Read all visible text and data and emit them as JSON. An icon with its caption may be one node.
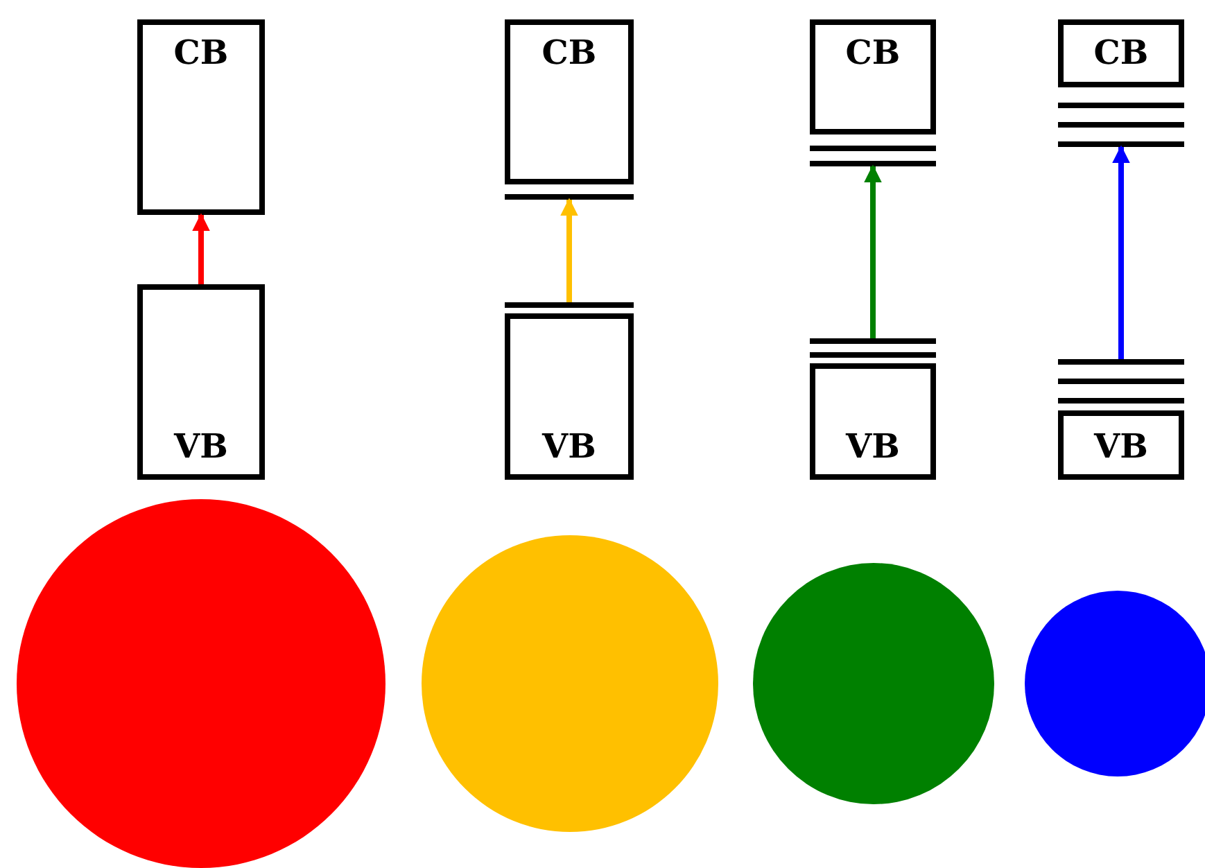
{
  "diagram": {
    "nodes": [
      {
        "text": [
          "CB"
        ]
      },
      {
        "text": [
          "CB"
        ]
      },
      {
        "text": [
          "CB"
        ]
      },
      {
        "text": [
          "CB"
        ]
      },
      {
        "text": [
          "VB"
        ]
      },
      {
        "text": [
          "VB"
        ]
      },
      {
        "text": [
          "VB"
        ]
      },
      {
        "text": [
          "VB"
        ]
      }
    ],
    "edges": [
      {
        "from": 4,
        "to": 0,
        "arrow": "to",
        "color": "#ff0000"
      },
      {
        "from": 5,
        "to": 1,
        "arrow": "to",
        "color": "#ffc000"
      },
      {
        "from": 6,
        "to": 2,
        "arrow": "to",
        "color": "#008000"
      },
      {
        "from": 7,
        "to": 3,
        "arrow": "to",
        "color": "#0000ff"
      }
    ]
  }
}
